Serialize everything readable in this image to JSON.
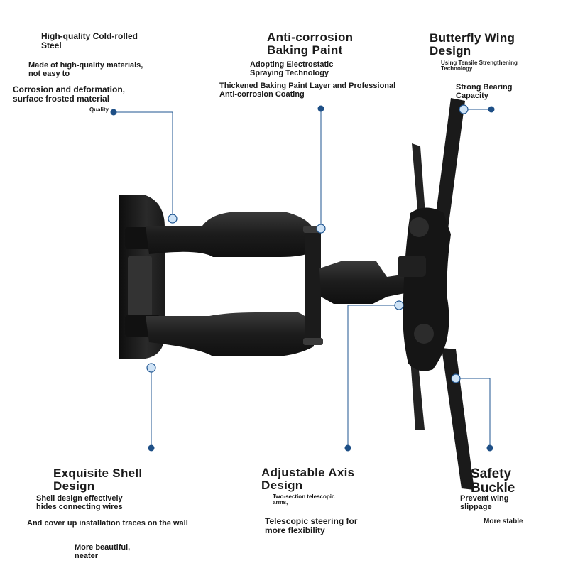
{
  "colors": {
    "accent": "#1f5591",
    "dot": "#1e4f86",
    "marker_fill": "#cfe3f6",
    "mount": "#1c1c1c"
  },
  "top_left": {
    "heading": "High-quality Cold-rolled\n Steel",
    "line1": "Made of high-quality materials,\n not easy to",
    "line2": "Corrosion and deformation,\n surface frosted material",
    "line3": "Quality"
  },
  "top_center": {
    "heading": "Anti-corrosion\nBaking Paint",
    "line1": "Adopting Electrostatic\n Spraying Technology",
    "line2": "Thickened Baking Paint Layer and Professional\n Anti-corrosion Coating"
  },
  "top_right": {
    "heading": "Butterfly Wing\n Design",
    "line1": "Using Tensile Strengthening\n Technology",
    "line2": "Strong Bearing\n Capacity"
  },
  "bottom_left": {
    "heading": "Exquisite Shell\n Design",
    "line1": "Shell design effectively\n hides connecting wires",
    "line2": "And cover up installation traces on the wall",
    "line3": "More beautiful,\n neater"
  },
  "bottom_center": {
    "heading": "Adjustable Axis\n Design",
    "line1": "Two-section telescopic\n arms,",
    "line2": "Telescopic steering for\n more flexibility"
  },
  "bottom_right": {
    "heading": "Safety\n Buckle",
    "line1": "Prevent wing\n slippage",
    "line2": "More stable"
  }
}
